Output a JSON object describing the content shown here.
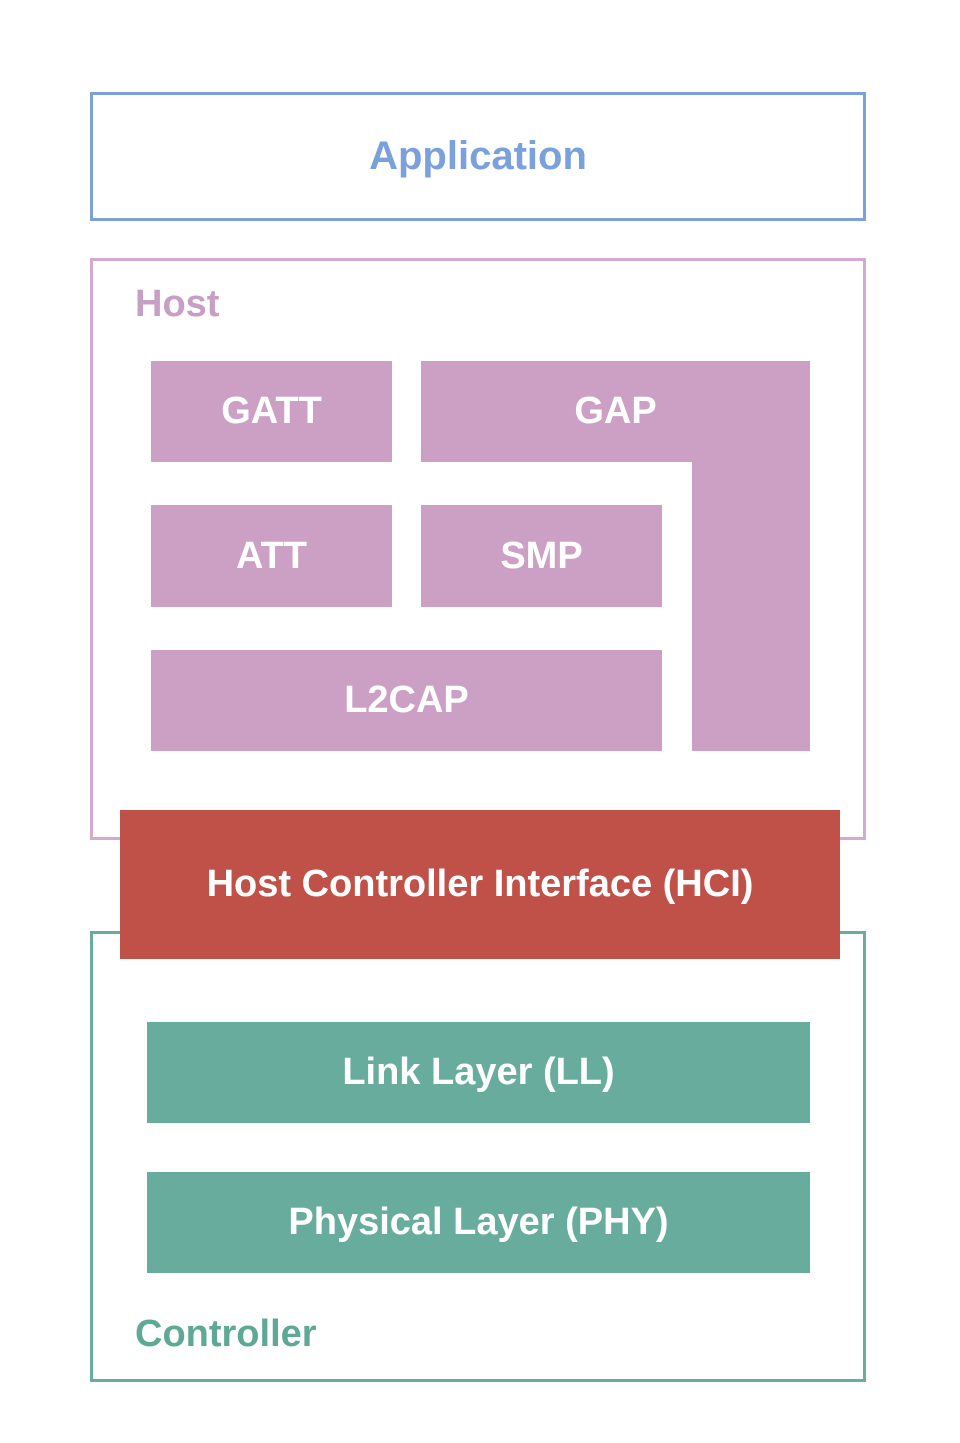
{
  "diagram": {
    "application": {
      "label": "Application"
    },
    "host": {
      "label": "Host",
      "blocks": {
        "gatt": "GATT",
        "gap": "GAP",
        "att": "ATT",
        "smp": "SMP",
        "l2cap": "L2CAP"
      }
    },
    "hci": {
      "label": "Host Controller Interface (HCI)"
    },
    "controller": {
      "label": "Controller",
      "blocks": {
        "link_layer": "Link Layer (LL)",
        "physical_layer": "Physical Layer (PHY)"
      }
    }
  },
  "colors": {
    "blue": "#7BA1DD",
    "mauve": "#CCA0C4",
    "mauve_border": "#D2ABCF",
    "mauve_label": "#C79FC5",
    "red": "#C05149",
    "teal": "#68AC9E",
    "teal_border": "#6AAC9F",
    "teal_label": "#5EA896",
    "block_text": "#FFFFFF"
  }
}
